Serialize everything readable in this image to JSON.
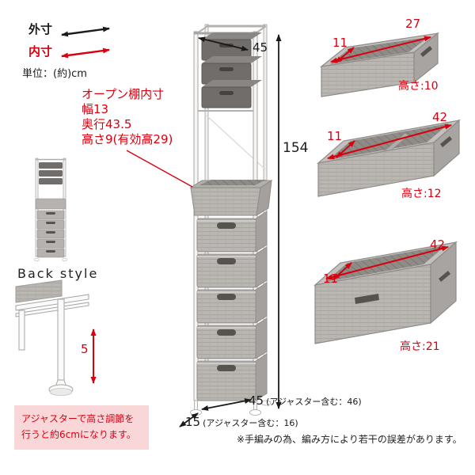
{
  "legend": {
    "outer_label": "外寸",
    "inner_label": "内寸",
    "unit_label": "単位：(約)cm"
  },
  "open_shelf": {
    "title": "オープン棚内寸",
    "width": "幅13",
    "depth": "奥行43.5",
    "height": "高さ9(有効高29)"
  },
  "tower": {
    "total_height": "154",
    "top_width": "45",
    "bottom_width": "45",
    "bottom_width_note": "(アジャスター含む：46)",
    "bottom_depth": "15",
    "bottom_depth_note": "(アジャスター含む：16)"
  },
  "back_style": {
    "title": "Back style",
    "adjuster_height": "5",
    "note": "アジャスターで高さ調節を行うと約6cmになります。"
  },
  "baskets": [
    {
      "depth": "27",
      "width": "11",
      "height_label": "高さ:10"
    },
    {
      "depth": "42",
      "width": "11",
      "height_label": "高さ:12"
    },
    {
      "depth": "42",
      "width": "11",
      "height_label": "高さ:21"
    }
  ],
  "footnote": "※手編みの為、編み方により若干の誤差があります。",
  "colors": {
    "dimension_red": "#d8000f",
    "outer_dimension": "#1a1a1a",
    "note_background": "#f9d7d9",
    "basket_gray": "#b7b4b1"
  }
}
